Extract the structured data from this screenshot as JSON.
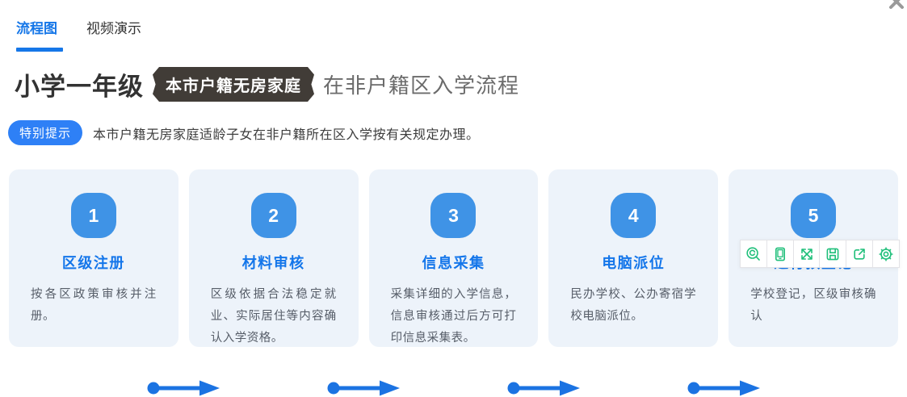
{
  "tabs": [
    {
      "label": "流程图",
      "active": true
    },
    {
      "label": "视频演示",
      "active": false
    }
  ],
  "title": {
    "grade": "小学一年级",
    "badge": "本市户籍无房家庭",
    "suffix": "在非户籍区入学流程"
  },
  "notice": {
    "badge": "特别提示",
    "text": "本市户籍无房家庭适龄子女在非户籍所在区入学按有关规定办理。"
  },
  "steps": [
    {
      "number": "1",
      "title": "区级注册",
      "desc": "按各区政策审核并注册。"
    },
    {
      "number": "2",
      "title": "材料审核",
      "desc": "区级依据合法稳定就业、实际居住等内容确认入学资格。"
    },
    {
      "number": "3",
      "title": "信息采集",
      "desc": "采集详细的入学信息，信息审核通过后方可打印信息采集表。"
    },
    {
      "number": "4",
      "title": "电脑派位",
      "desc": "民办学校、公办寄宿学校电脑派位。"
    },
    {
      "number": "5",
      "title": "进行预登记",
      "desc": "学校登记，区级审核确认"
    }
  ],
  "toolbar_icons": [
    {
      "name": "zoom-preview-icon"
    },
    {
      "name": "mobile-view-icon"
    },
    {
      "name": "fullscreen-icon"
    },
    {
      "name": "save-icon"
    },
    {
      "name": "export-icon"
    },
    {
      "name": "settings-gear-icon"
    }
  ],
  "icons": {
    "close": "x"
  },
  "colors": {
    "accent_blue": "#1677e8",
    "step_circle_blue": "#3f93e6",
    "arrow_blue": "#1b73e2",
    "card_bg": "#edf3fa",
    "badge_dark": "#413c37",
    "notice_pill_blue": "#2e80f6",
    "toolbar_icon_green": "#1fbf7a"
  }
}
